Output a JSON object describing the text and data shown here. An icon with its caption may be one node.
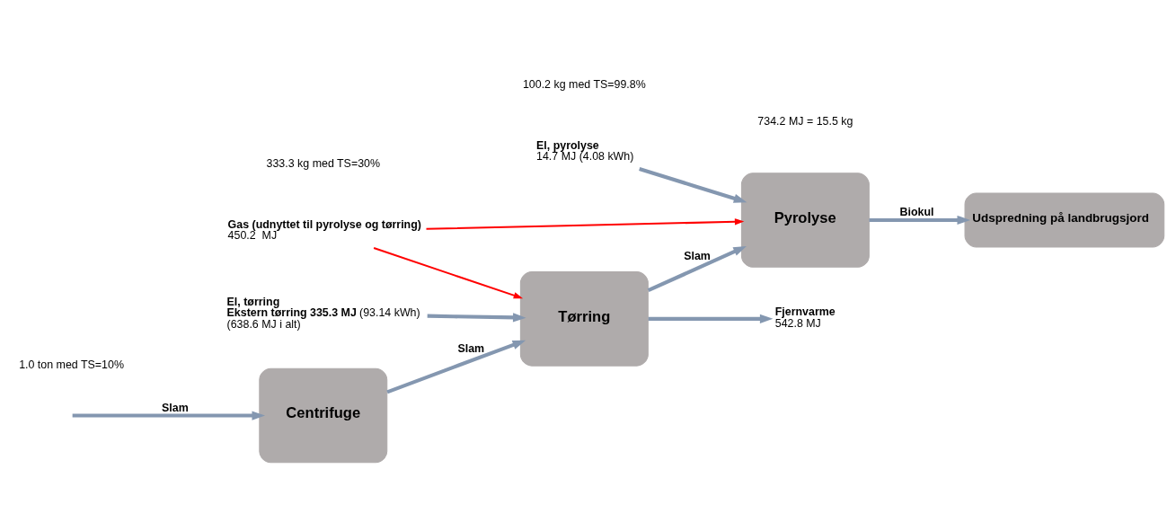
{
  "diagram": {
    "nodes": [
      {
        "text": [
          "Centrifuge"
        ]
      },
      {
        "text": [
          "Tørring"
        ]
      },
      {
        "text": [
          "Pyrolyse"
        ]
      },
      {
        "text": [
          "Udspredning på landbrugsjord"
        ]
      },
      {
        "text": [
          "El, tørring",
          "**Ekstern tørring 335.3 MJ** (93.14 kWh)",
          "(638.6 MJ i alt)"
        ]
      },
      {
        "text": [
          "El, pyrolyse",
          "14.7 MJ (4.08 kWh)"
        ]
      },
      {
        "text": [
          "Fjernvarme",
          "542.8 MJ"
        ]
      },
      {
        "text": [
          "Gas (udnyttet til pyrolyse og tørring)",
          "450.2  MJ"
        ]
      }
    ],
    "edges": [
      {
        "from": null,
        "to": 0,
        "arrow": "to",
        "label": "Slam"
      },
      {
        "from": 0,
        "to": 1,
        "arrow": "to",
        "label": "Slam"
      },
      {
        "from": 1,
        "to": 2,
        "arrow": "to",
        "label": "Slam"
      },
      {
        "from": 2,
        "to": 3,
        "arrow": "to",
        "label": "Biokul"
      },
      {
        "from": 4,
        "to": 1,
        "arrow": "to"
      },
      {
        "from": 5,
        "to": 2,
        "arrow": "to"
      },
      {
        "from": 1,
        "to": 6,
        "arrow": "to"
      },
      {
        "from": 7,
        "to": 1,
        "arrow": "to",
        "color": "#ff0000"
      },
      {
        "from": 7,
        "to": 2,
        "arrow": "to",
        "color": "#ff0000"
      }
    ],
    "labels": [
      "1.0 ton med TS=10%",
      "333.3 kg med TS=30%",
      "100.2 kg med TS=99.8%",
      "734.2 MJ = 15.5 kg"
    ]
  }
}
